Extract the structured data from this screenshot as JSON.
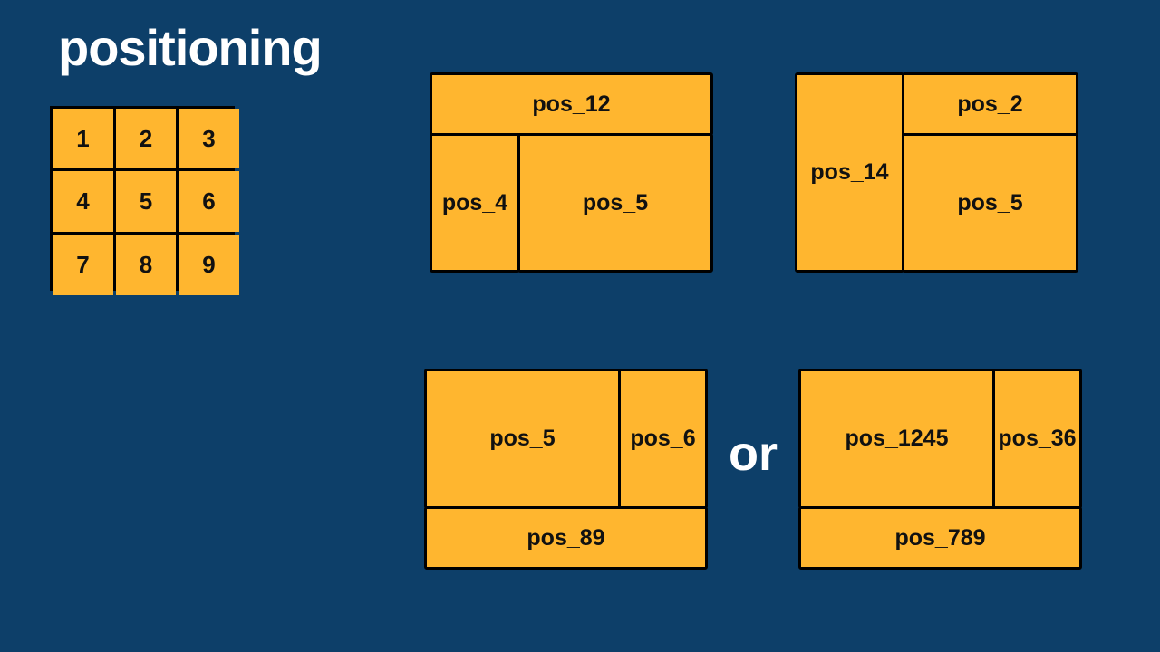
{
  "title": "positioning",
  "grid_cells": [
    "1",
    "2",
    "3",
    "4",
    "5",
    "6",
    "7",
    "8",
    "9"
  ],
  "layouts": {
    "a": {
      "top": "pos_12",
      "left": "pos_4",
      "right": "pos_5"
    },
    "b": {
      "left": "pos_14",
      "top": "pos_2",
      "bottom": "pos_5"
    },
    "c": {
      "main": "pos_5",
      "side": "pos_6",
      "bottom": "pos_89"
    },
    "d": {
      "main": "pos_1245",
      "side": "pos_36",
      "bottom": "pos_789"
    }
  },
  "separator": "or",
  "colors": {
    "background": "#0d3f69",
    "panel": "#ffb62f",
    "border": "#000000"
  }
}
